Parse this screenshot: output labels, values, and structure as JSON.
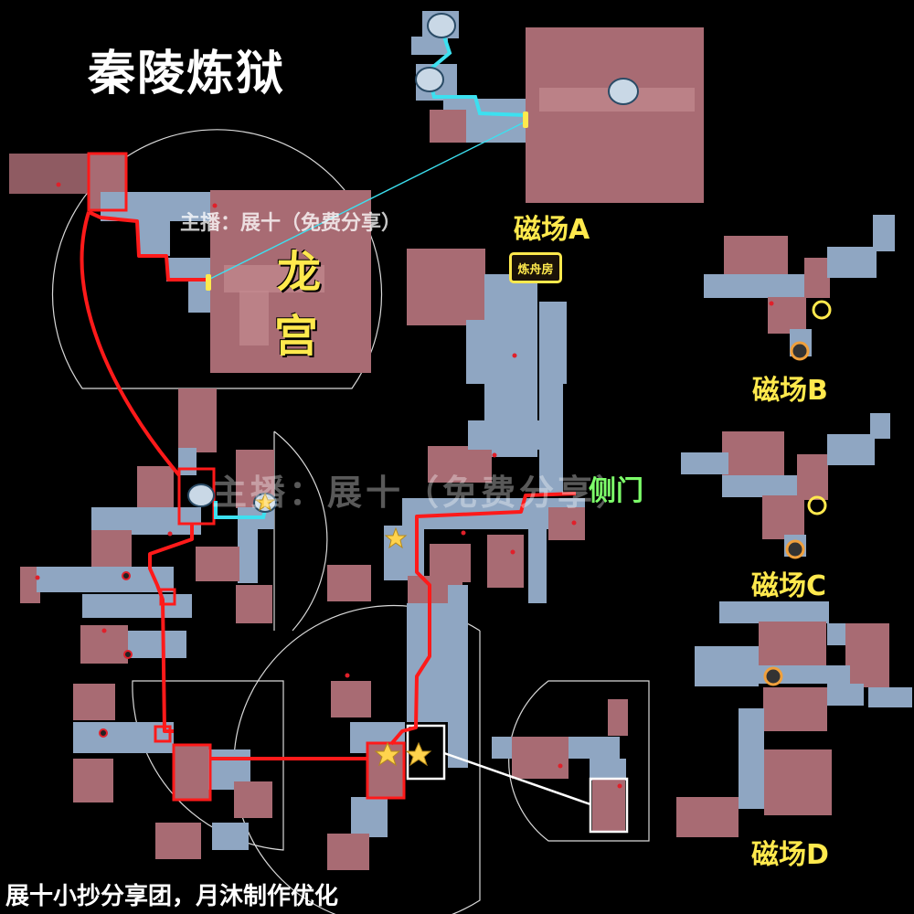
{
  "map": {
    "title": "秦陵炼狱",
    "zones": {
      "a": "磁场A",
      "b": "磁场B",
      "c": "磁场C",
      "d": "磁场D",
      "dragon_palace_1": "龙",
      "dragon_palace_2": "宫",
      "side_gate": "侧门",
      "forge_room": "炼舟房"
    },
    "watermark_small": "主播：展十（免费分享）",
    "watermark_large": "主播：展十（免费分享）",
    "credit": "展十小抄分享团，月沐制作优化",
    "colors": {
      "background": "#000000",
      "route": "#ff1a1a",
      "teleport_link": "#3ce0f0",
      "zone_label": "#ffe94d",
      "side_gate_label": "#7dff6a",
      "room": "#a86b73",
      "corridor": "#8fa6c2",
      "area_outline": "#ffffff"
    },
    "markers": {
      "boat_icon": "boat-teleport-icon",
      "star_icon": "star-icon",
      "magnet_ring": "yellow-ring-icon",
      "portal": "orange-portal-icon"
    }
  }
}
